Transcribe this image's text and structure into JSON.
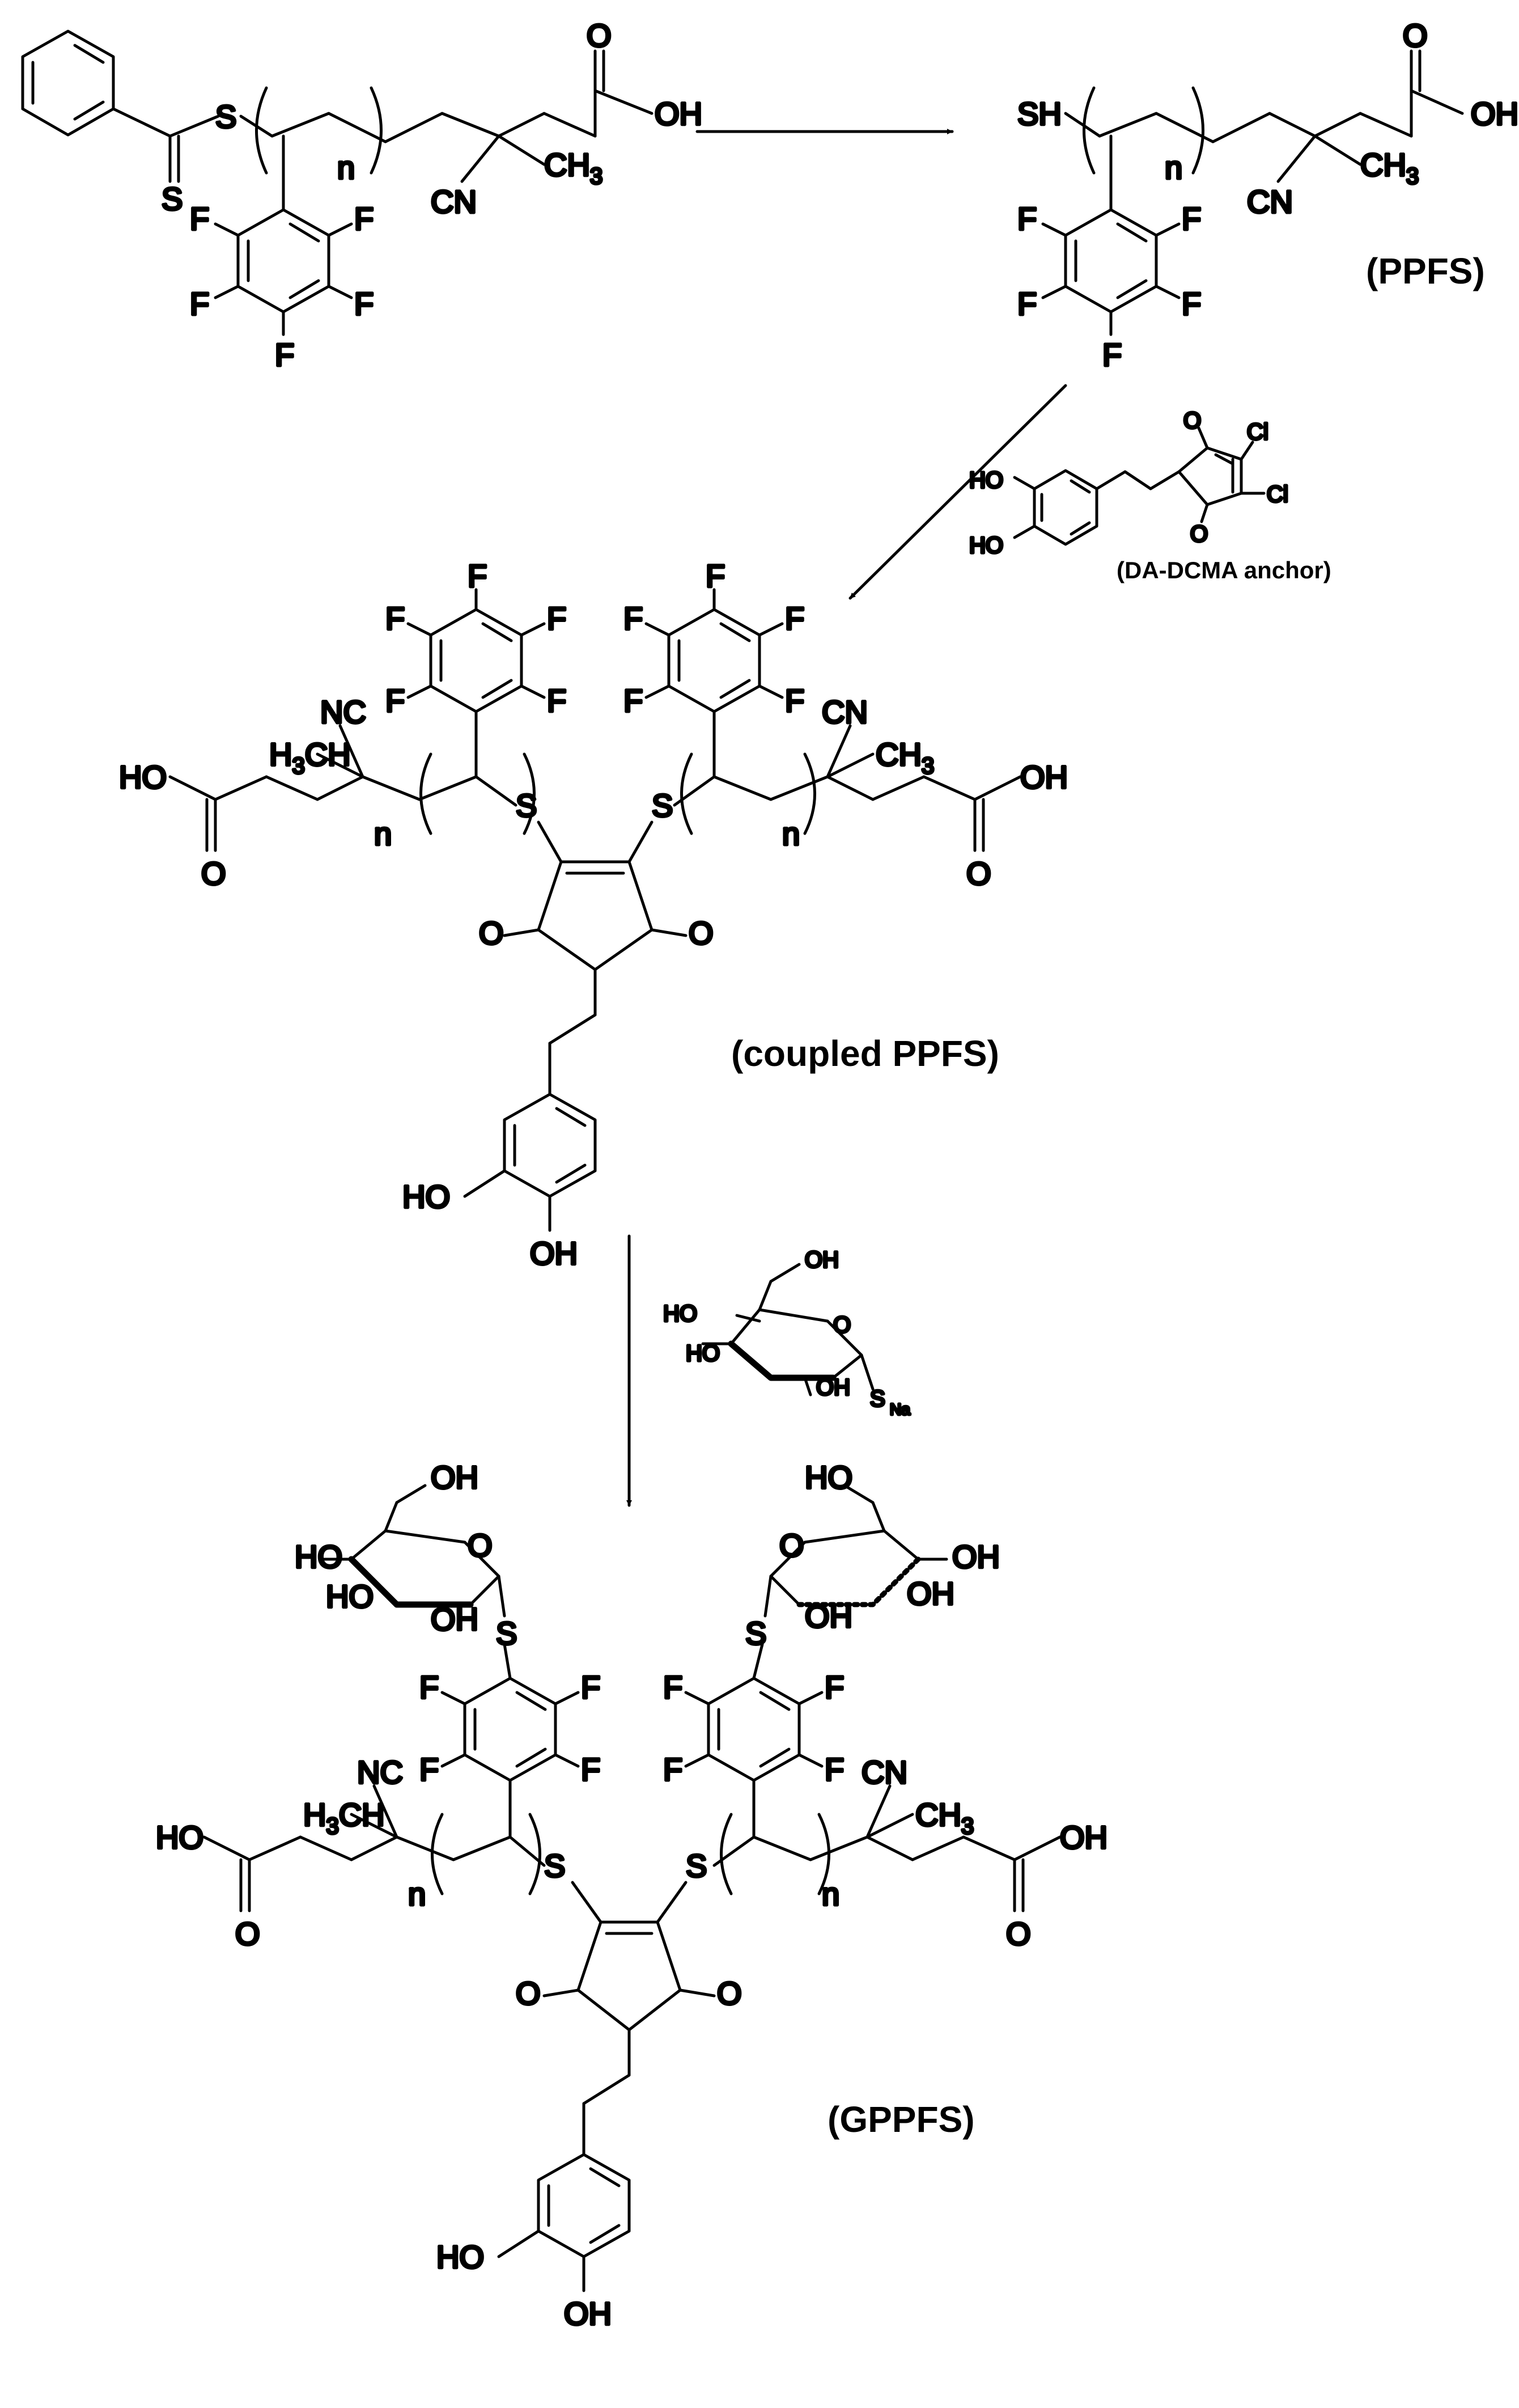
{
  "labels": {
    "ppfs": "(PPFS)",
    "anchor": "(DA-DCMA anchor)",
    "coupled": "(coupled PPFS)",
    "gppfs": "(GPPFS)"
  },
  "atoms": {
    "S": "S",
    "SH": "SH",
    "F": "F",
    "O": "O",
    "OH": "OH",
    "HO": "HO",
    "n": "n",
    "CN": "CN",
    "NC": "NC",
    "CH3": "CH",
    "H3C": "H",
    "sub3": "3",
    "Cl": "Cl",
    "Na": "Na"
  },
  "colors": {
    "ink": "#000000",
    "background": "#ffffff"
  }
}
